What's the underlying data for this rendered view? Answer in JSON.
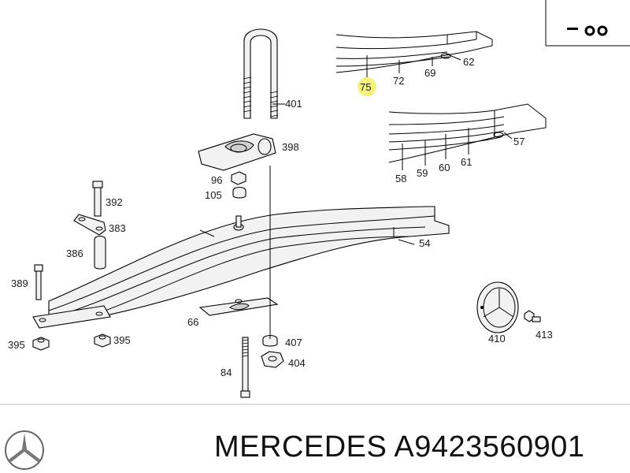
{
  "labels": {
    "p401": "401",
    "p398": "398",
    "p96": "96",
    "p105": "105",
    "p392": "392",
    "p383": "383",
    "p386": "386",
    "p389": "389",
    "p54": "54",
    "p66": "66",
    "p395a": "395",
    "p395b": "395",
    "p407": "407",
    "p404": "404",
    "p84": "84",
    "p410": "410",
    "p413": "413",
    "p75": "75",
    "p72": "72",
    "p69": "69",
    "p62": "62",
    "p57": "57",
    "p58": "58",
    "p59": "59",
    "p60": "60",
    "p61": "61"
  },
  "footer": {
    "brand": "MERCEDES",
    "part_number": "A9423560901"
  },
  "colors": {
    "highlight": "#f4f27a",
    "ink": "#000000",
    "fill": "#f2f2f2"
  },
  "icons": {
    "corner_symbol": "double-circle-icon",
    "logo": "mercedes-star-logo"
  }
}
